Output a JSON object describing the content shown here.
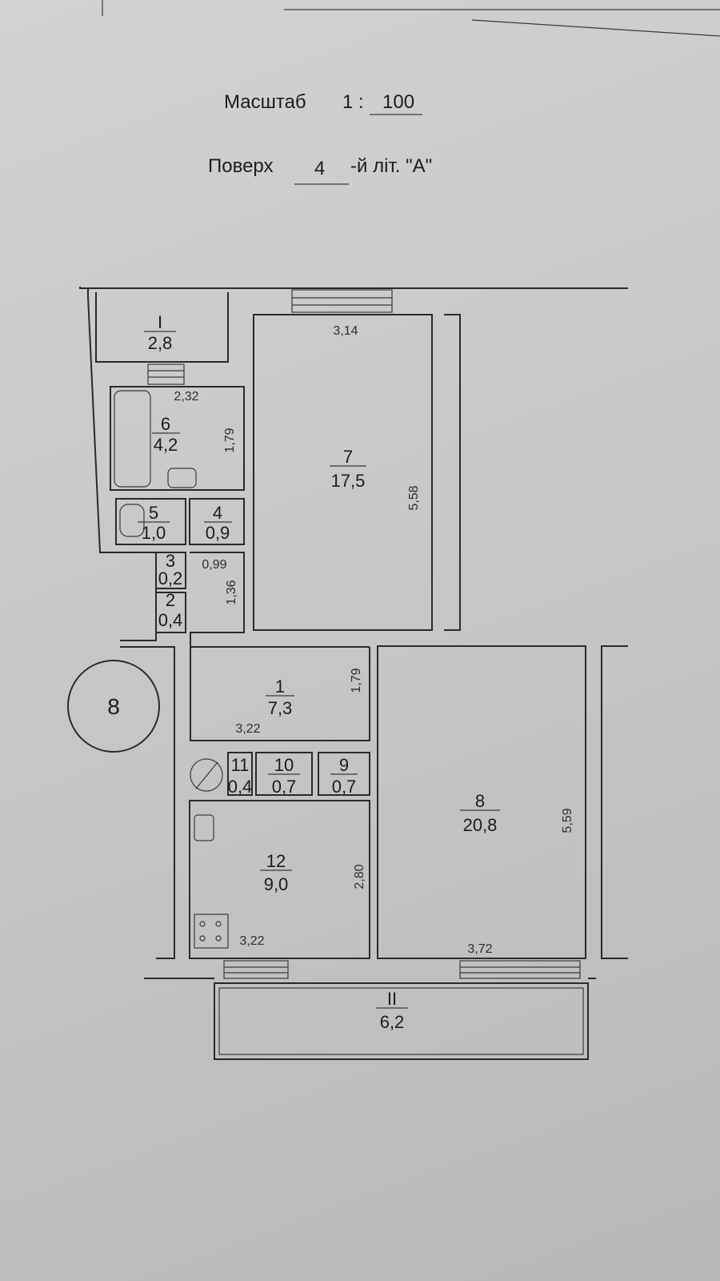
{
  "header": {
    "scale_label": "Масштаб",
    "scale_prefix": "1 :",
    "scale_value": "100",
    "floor_label": "Поверх",
    "floor_value": "4",
    "floor_suffix": "-й літ. \"А\""
  },
  "staircase_marker": "8",
  "rooms": [
    {
      "id": "I",
      "area": "2,8"
    },
    {
      "id": "6",
      "area": "4,2",
      "dims": [
        "2,32",
        "1,79"
      ]
    },
    {
      "id": "7",
      "area": "17,5",
      "dims": [
        "3,14",
        "5,58"
      ]
    },
    {
      "id": "5",
      "area": "1,0"
    },
    {
      "id": "4",
      "area": "0,9"
    },
    {
      "id": "3",
      "area": "0,2"
    },
    {
      "id": "2",
      "area": "0,4"
    },
    {
      "id": "1",
      "area": "7,3",
      "dims": [
        "3,22",
        "1,79"
      ]
    },
    {
      "id": "11",
      "area": "0,4"
    },
    {
      "id": "10",
      "area": "0,7"
    },
    {
      "id": "9",
      "area": "0,7"
    },
    {
      "id": "12",
      "area": "9,0",
      "dims": [
        "3,22",
        "2,80"
      ]
    },
    {
      "id": "8",
      "area": "20,8",
      "dims": [
        "3,72",
        "5,59"
      ]
    },
    {
      "id": "II",
      "area": "6,2"
    }
  ],
  "corridor_dims": [
    "0,99",
    "1,36"
  ]
}
